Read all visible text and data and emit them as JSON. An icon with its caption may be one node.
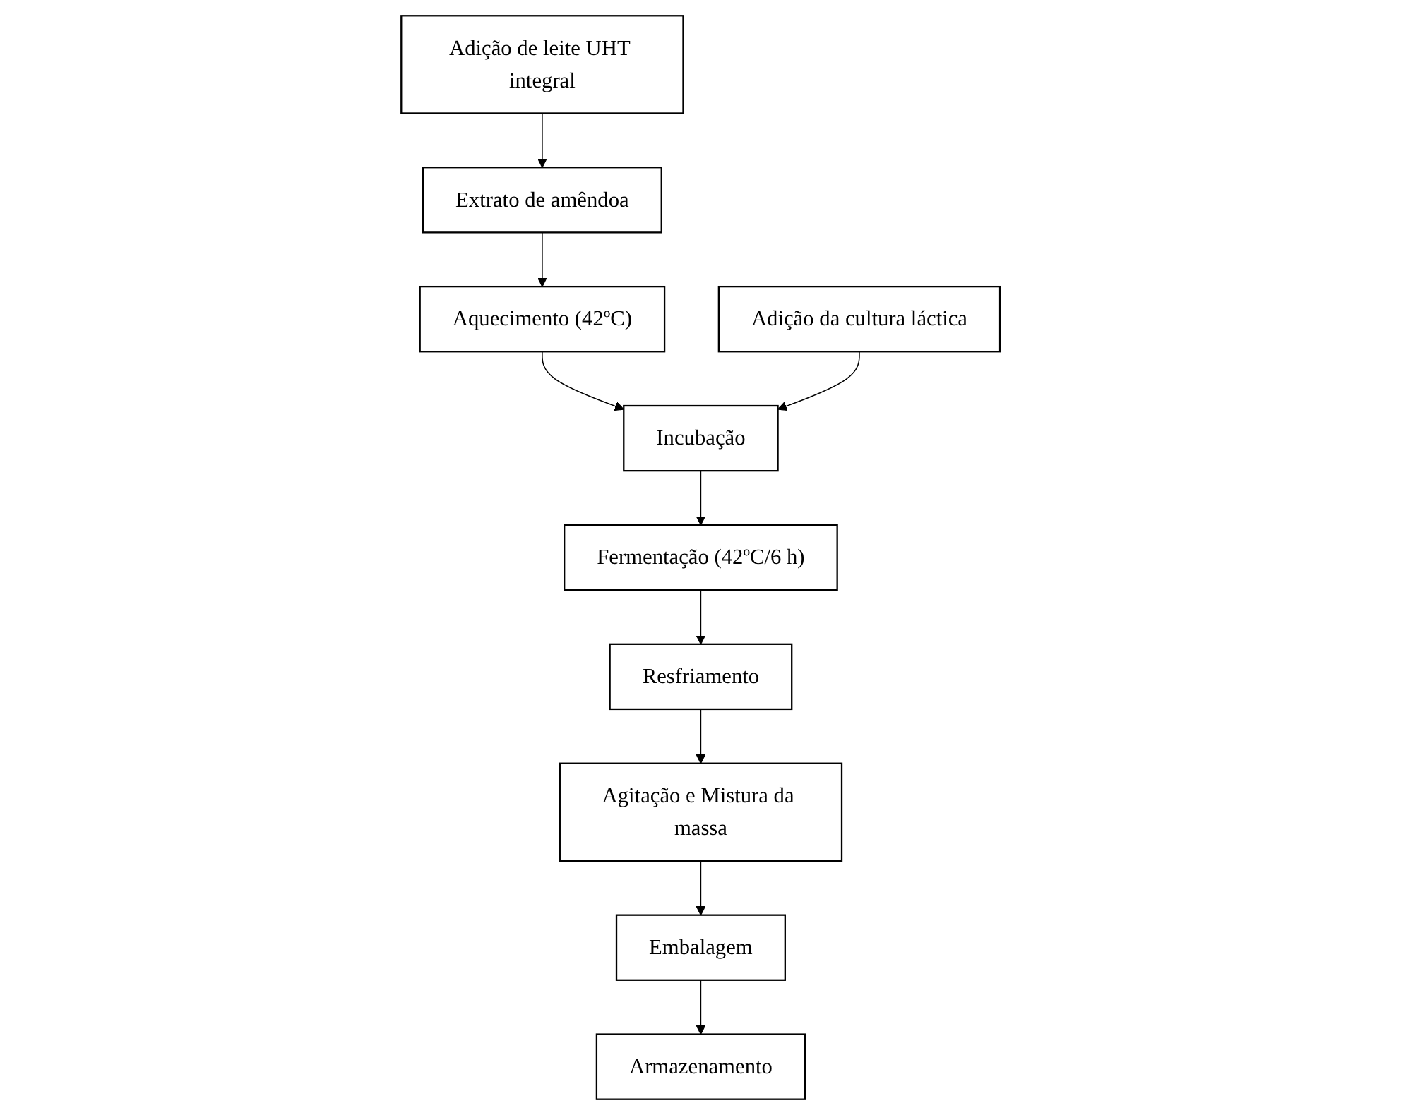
{
  "diagram": {
    "nodes": [
      {
        "text": [
          "Adição de leite UHT integral"
        ]
      },
      {
        "text": [
          "Extrato de amêndoa"
        ]
      },
      {
        "text": [
          "Aquecimento (42ºC)"
        ]
      },
      {
        "text": [
          "Armazenamento"
        ]
      },
      {
        "text": [
          "Adição da cultura láctica"
        ]
      },
      {
        "text": [
          "Incubação"
        ]
      },
      {
        "text": [
          "Embalagem"
        ]
      },
      {
        "text": [
          "Fermentação (42ºC/6 h)"
        ]
      },
      {
        "text": [
          "Resfriamento"
        ]
      },
      {
        "text": [
          "Agitação e Mistura da massa"
        ]
      }
    ],
    "edges": [
      {
        "from": 0,
        "to": 1,
        "arrow": "to"
      },
      {
        "from": 1,
        "to": 2,
        "arrow": "to"
      },
      {
        "from": 2,
        "to": 5,
        "arrow": "to"
      },
      {
        "from": 4,
        "to": 5,
        "arrow": "to"
      },
      {
        "from": 5,
        "to": 7,
        "arrow": "to"
      },
      {
        "from": 7,
        "to": 8,
        "arrow": "to"
      },
      {
        "from": 8,
        "to": 9,
        "arrow": "to"
      },
      {
        "from": 9,
        "to": 6,
        "arrow": "to"
      },
      {
        "from": 6,
        "to": 3,
        "arrow": "to"
      }
    ]
  }
}
